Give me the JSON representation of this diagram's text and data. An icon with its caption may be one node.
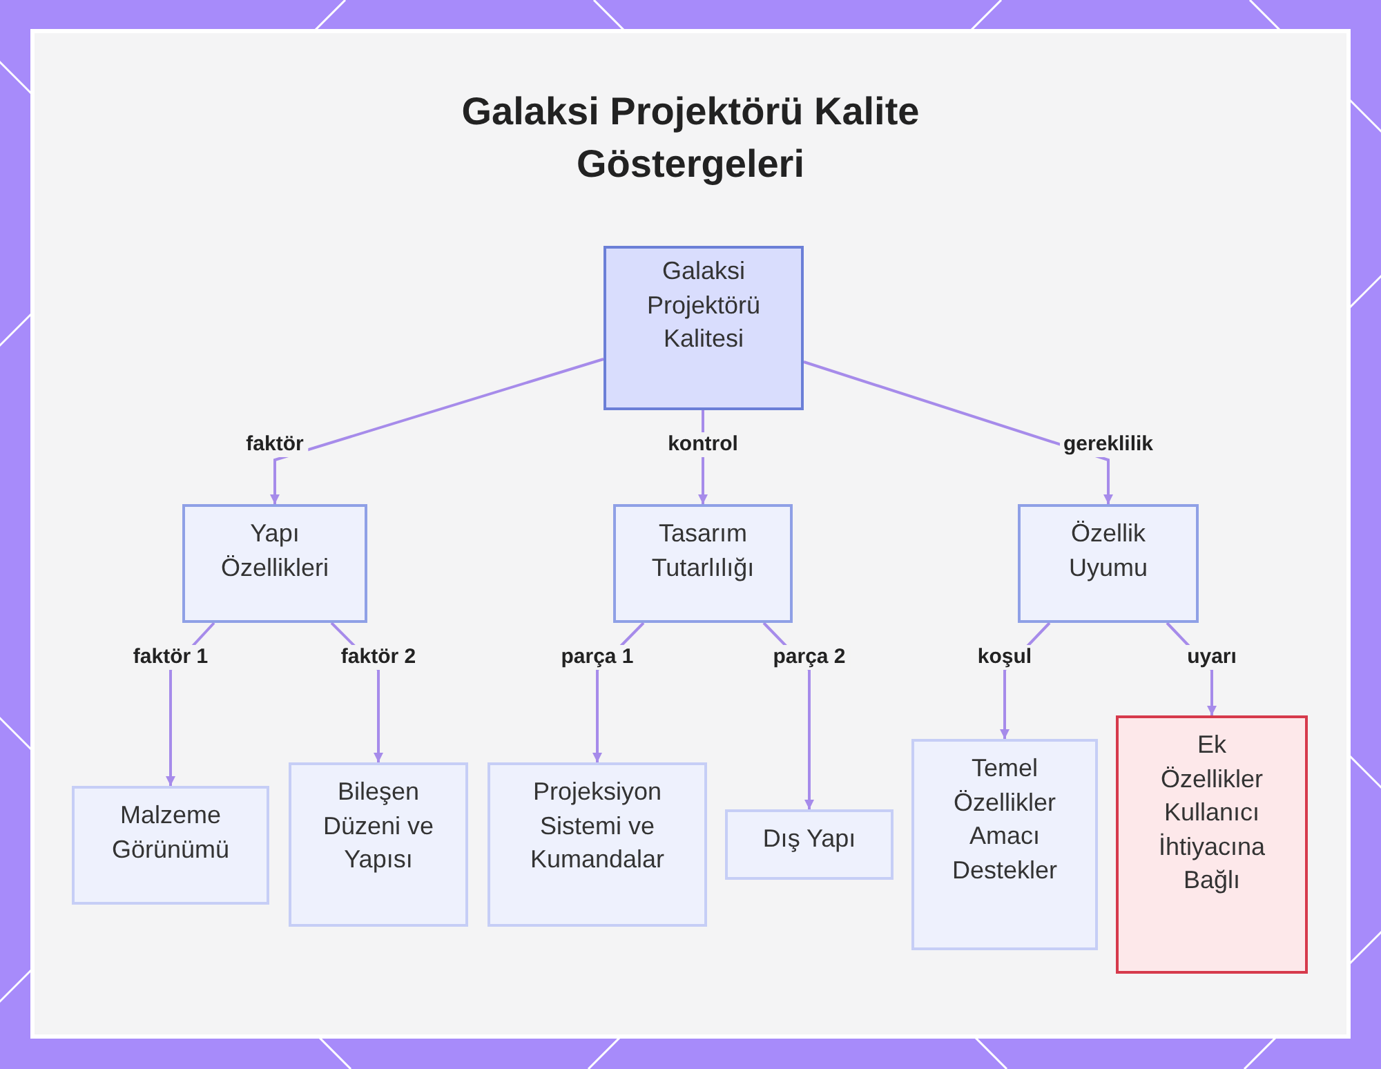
{
  "diagram": {
    "title": "Galaksi Projektörü Kalite Göstergeleri",
    "nodes": [
      {
        "text": [
          "Galaksi Projektörü Kalitesi"
        ]
      },
      {
        "text": [
          "Yapı Özellikleri"
        ]
      },
      {
        "text": [
          "Tasarım Tutarlılığı"
        ]
      },
      {
        "text": [
          "Özellik Uyumu"
        ]
      },
      {
        "text": [
          "Malzeme Görünümü"
        ]
      },
      {
        "text": [
          "Bileşen Düzeni ve Yapısı"
        ]
      },
      {
        "text": [
          "Projeksiyon Sistemi ve Kumandalar"
        ]
      },
      {
        "text": [
          "Dış Yapı"
        ]
      },
      {
        "text": [
          "Temel Özellikler Amacı Destekler"
        ]
      },
      {
        "text": [
          "Ek Özellikler Kullanıcı İhtiyacına Bağlı"
        ]
      }
    ],
    "edges": [
      {
        "from": 0,
        "to": 1,
        "arrow": "to",
        "label": "faktör"
      },
      {
        "from": 0,
        "to": 2,
        "arrow": "to",
        "label": "kontrol"
      },
      {
        "from": 0,
        "to": 3,
        "arrow": "to",
        "label": "gereklilik"
      },
      {
        "from": 1,
        "to": 4,
        "arrow": "to",
        "label": "faktör 1"
      },
      {
        "from": 1,
        "to": 5,
        "arrow": "to",
        "label": "faktör 2"
      },
      {
        "from": 2,
        "to": 6,
        "arrow": "to",
        "label": "parça 1"
      },
      {
        "from": 2,
        "to": 7,
        "arrow": "to",
        "label": "parça 2"
      },
      {
        "from": 3,
        "to": 8,
        "arrow": "to",
        "label": "koşul"
      },
      {
        "from": 3,
        "to": 9,
        "arrow": "to",
        "label": "uyarı"
      }
    ]
  }
}
